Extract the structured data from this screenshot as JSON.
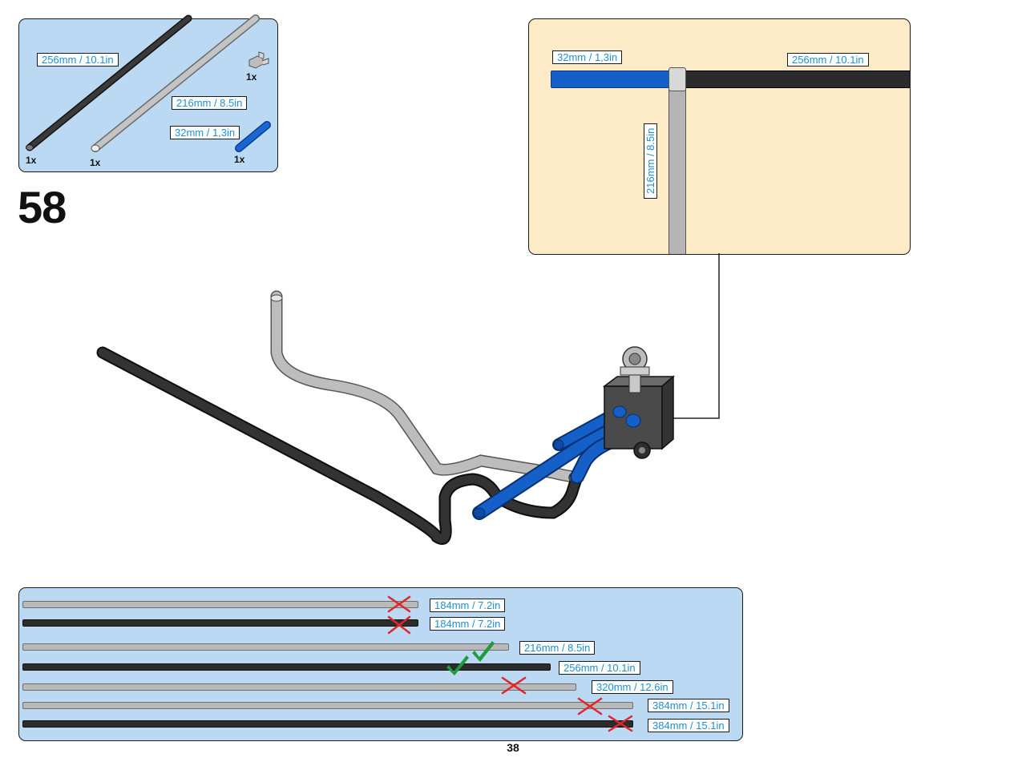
{
  "parts_panel": {
    "items": [
      {
        "length_label": "256mm / 10.1in",
        "qty": "1x",
        "color": "#2a2a2a"
      },
      {
        "length_label": "216mm / 8.5in",
        "qty": "1x",
        "color": "#b5b5b5"
      },
      {
        "length_label": "32mm / 1,3in",
        "qty": "1x",
        "color": "#1560c8"
      },
      {
        "length_label": "",
        "qty": "1x",
        "color": "#a0a0a0"
      }
    ]
  },
  "step_number": "58",
  "detail_panel": {
    "blue_label": "32mm / 1,3in",
    "black_label": "256mm / 10.1in",
    "grey_label": "216mm / 8.5in"
  },
  "reference_panel": {
    "rows": [
      {
        "label": "184mm / 7.2in",
        "color": "grey",
        "mark": "cross"
      },
      {
        "label": "184mm / 7.2in",
        "color": "black",
        "mark": "cross"
      },
      {
        "label": "216mm / 8.5in",
        "color": "grey",
        "mark": "check"
      },
      {
        "label": "256mm / 10.1in",
        "color": "black",
        "mark": "check"
      },
      {
        "label": "320mm / 12.6in",
        "color": "grey",
        "mark": "cross"
      },
      {
        "label": "384mm / 15.1in",
        "color": "grey",
        "mark": "cross"
      },
      {
        "label": "384mm / 15.1in",
        "color": "black",
        "mark": "cross"
      }
    ]
  },
  "page_number": "38",
  "colors": {
    "panel_blue": "#bcd9f4",
    "panel_cream": "#fdebc8",
    "label_text": "#1f8fd6",
    "tube_blue": "#1560c8",
    "tube_black": "#2a2a2a",
    "tube_grey": "#b5b5b5",
    "cross_red": "#e0262b",
    "check_green": "#1f9a3c"
  }
}
